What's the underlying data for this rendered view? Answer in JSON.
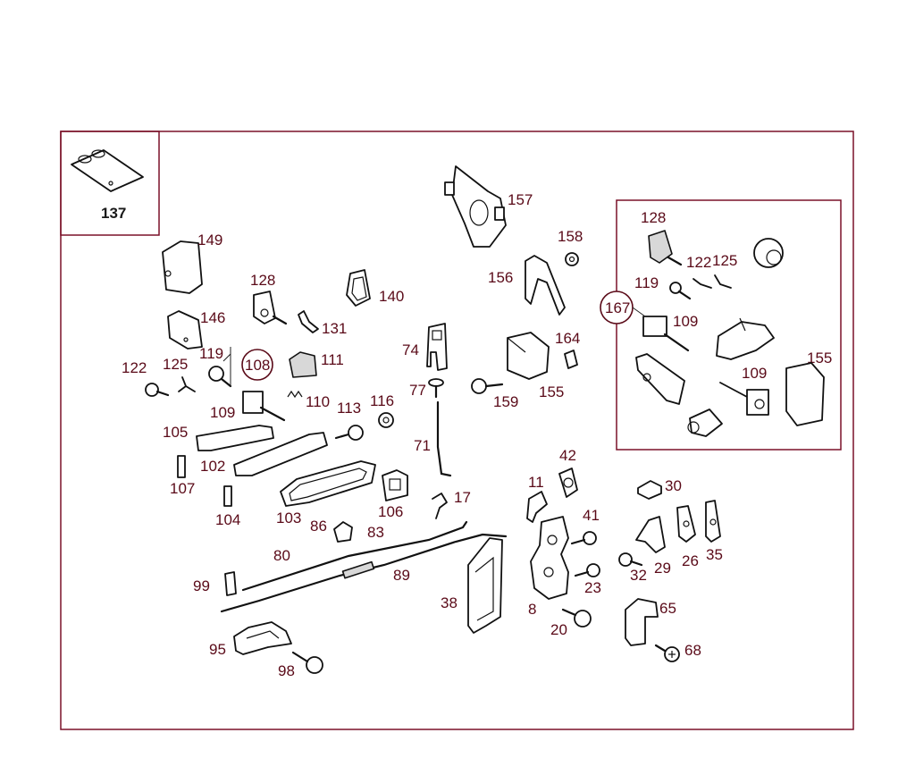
{
  "frame_color": "#7a1028",
  "label_color": "#5a0a18",
  "inset_top_left": {
    "label": "137"
  },
  "inset_right": {
    "callout": "167"
  },
  "callouts": {
    "main": "108"
  },
  "labels": {
    "l8": "8",
    "l11": "11",
    "l17": "17",
    "l20": "20",
    "l23": "23",
    "l26": "26",
    "l29": "29",
    "l30": "30",
    "l32": "32",
    "l35": "35",
    "l38": "38",
    "l41": "41",
    "l42": "42",
    "l65": "65",
    "l68": "68",
    "l71": "71",
    "l74": "74",
    "l77": "77",
    "l80": "80",
    "l83": "83",
    "l86": "86",
    "l89": "89",
    "l95": "95",
    "l98": "98",
    "l99": "99",
    "l102": "102",
    "l103": "103",
    "l104": "104",
    "l105": "105",
    "l106": "106",
    "l107": "107",
    "l109": "109",
    "l110": "110",
    "l111": "111",
    "l113": "113",
    "l116": "116",
    "l119": "119",
    "l122": "122",
    "l125": "125",
    "l128": "128",
    "l131": "131",
    "l140": "140",
    "l146": "146",
    "l149": "149",
    "l155": "155",
    "l156": "156",
    "l157": "157",
    "l158": "158",
    "l159": "159",
    "l164": "164",
    "r128": "128",
    "r122": "122",
    "r125": "125",
    "r119": "119",
    "r109a": "109",
    "r109b": "109",
    "r155": "155"
  }
}
